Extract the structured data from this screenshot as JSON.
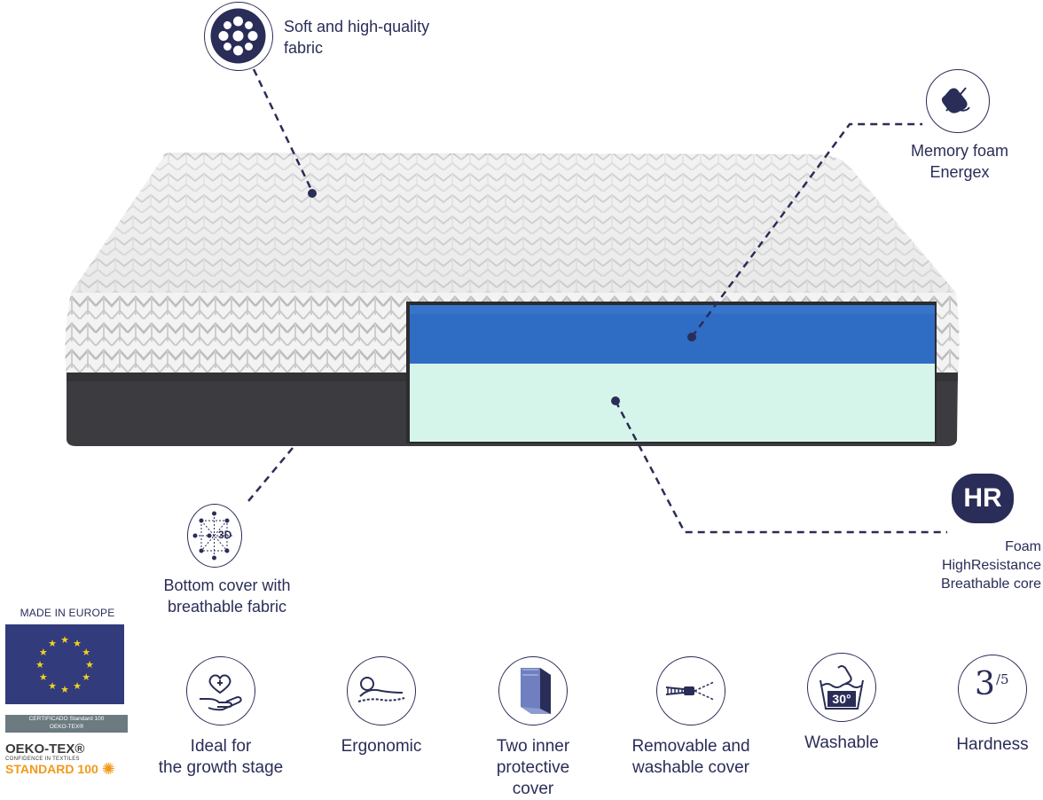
{
  "callouts": {
    "fabric": "Soft and high-quality\nfabric",
    "memory_foam": "Memory foam\nEnergex",
    "bottom_cover": "Bottom cover with\nbreathable fabric",
    "hr_badge": "HR",
    "hr_core": "Foam\nHighResistance\nBreathable core",
    "three_d": "3D"
  },
  "features": [
    {
      "label": "Ideal for\nthe growth stage",
      "icon": "heart-hand-icon"
    },
    {
      "label": "Ergonomic",
      "icon": "body-contour-icon"
    },
    {
      "label": "Two inner\nprotective\ncover",
      "icon": "layered-cover-icon"
    },
    {
      "label": "Removable and\nwashable cover",
      "icon": "zipper-icon"
    },
    {
      "label": "Washable",
      "icon": "wash-30-icon"
    },
    {
      "label": "Hardness",
      "icon": "hardness-icon"
    }
  ],
  "hardness": {
    "value": "3",
    "scale": "/5"
  },
  "wash_temp": "30°",
  "certification": {
    "made_in": "MADE IN EUROPE",
    "cert_line1": "CERTIFICADO Standard 100",
    "cert_line2": "OEKO-TEX®",
    "oeko_title": "OEKO-TEX®",
    "oeko_sub": "CONFIDENCE IN TEXTILES",
    "oeko_std": "STANDARD 100"
  },
  "colors": {
    "navy": "#2a2d57",
    "foam_blue": "#2f6cc4",
    "foam_mint": "#d6f5ea",
    "base_grey": "#3c3c40",
    "eu_blue": "#323b7c",
    "eu_star": "#f2d21c",
    "oeko_orange": "#f19a1a"
  }
}
